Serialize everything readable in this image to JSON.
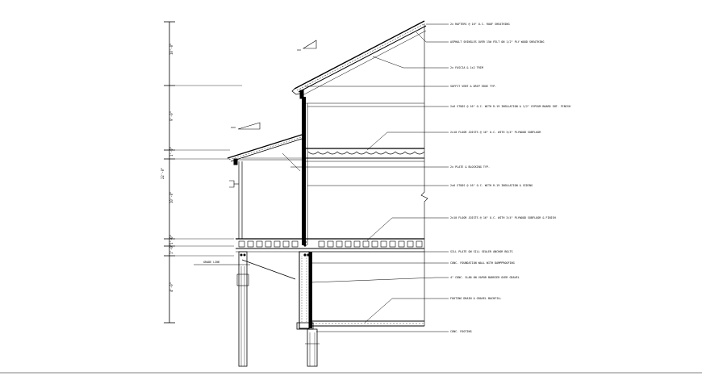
{
  "drawing": {
    "title": "",
    "dimensions": [
      "10'-0\"",
      "9'-0\"",
      "1'-0\"",
      "22'-0\"",
      "10'-0\"",
      "1'-0\"",
      "1'-0\"",
      "4'-0\""
    ],
    "ground_note": "GRADE LINE",
    "notes": [
      "2x RAFTERS @ 16\" O.C. ROOF SHEATHING",
      "ASPHALT SHINGLES OVER 15# FELT ON 1/2\" PLY WOOD SHEATHING",
      "2x FASCIA & 1x2 TRIM",
      "SOFFIT VENT & DRIP EDGE TYP.",
      "2x6 STUDS @ 16\" O.C. WITH R-19 INSULATION & 1/2\" GYPSUM BOARD INT. FINISH",
      "2x10 FLOOR JOISTS @ 16\" O.C. WITH 3/4\" PLYWOOD SUBFLOOR",
      "2x PLATE & BLOCKING TYP.",
      "2x6 STUDS @ 16\" O.C. WITH R-19 INSULATION & SIDING",
      "2x10 FLOOR JOISTS @ 16\" O.C. WITH 3/4\" PLYWOOD SUBFLOOR & FINISH",
      "SILL PLATE ON SILL SEALER ANCHOR BOLTS",
      "CONC. FOUNDATION WALL WITH DAMPPROOFING",
      "4\" CONC. SLAB ON VAPOR BARRIER OVER GRAVEL",
      "FOOTING DRAIN & GRAVEL BACKFILL",
      "CONC. FOOTING"
    ]
  }
}
